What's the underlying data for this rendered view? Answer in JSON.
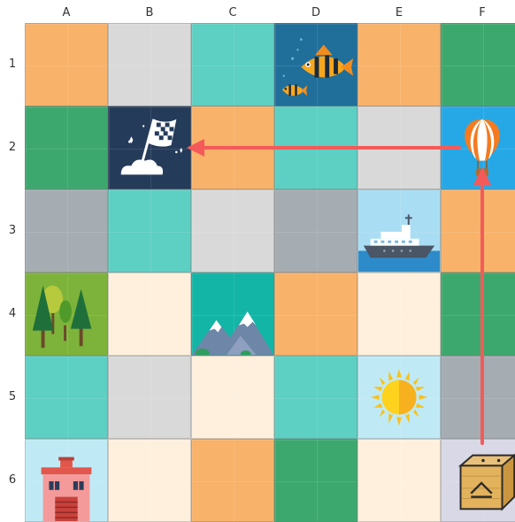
{
  "columns": [
    "A",
    "B",
    "C",
    "D",
    "E",
    "F"
  ],
  "rows": [
    "1",
    "2",
    "3",
    "4",
    "5",
    "6"
  ],
  "cells": [
    [
      "#F8B26A",
      "#D9D9D9",
      "#5DCFC3",
      "#1F6F9A",
      "#F8B26A",
      "#3DA86E"
    ],
    [
      "#3DA86E",
      "#243B5A",
      "#F8B26A",
      "#5DCFC3",
      "#D9D9D9",
      "#27A8E6"
    ],
    [
      "#A5ADB3",
      "#5DCFC3",
      "#D9D9D9",
      "#A5ADB3",
      "#A9DDF3",
      "#F8B26A"
    ],
    [
      "#7DB33A",
      "#FFF0DD",
      "#12B5A6",
      "#F8B26A",
      "#FFF0DD",
      "#3DA86E"
    ],
    [
      "#5DCFC3",
      "#D9D9D9",
      "#FFF0DD",
      "#5DCFC3",
      "#BFEAF5",
      "#A5ADB3"
    ],
    [
      "#BFEAF5",
      "#FFF0DD",
      "#F8B26A",
      "#3DA86E",
      "#FFF0DD",
      "#D8D8E6"
    ]
  ],
  "pictures": [
    {
      "cell": "D1",
      "icon": "fish-icon"
    },
    {
      "cell": "B2",
      "icon": "finish-flag-icon"
    },
    {
      "cell": "F2",
      "icon": "hot-air-balloon-icon"
    },
    {
      "cell": "E3",
      "icon": "ship-icon"
    },
    {
      "cell": "A4",
      "icon": "trees-icon"
    },
    {
      "cell": "C4",
      "icon": "mountains-icon"
    },
    {
      "cell": "E5",
      "icon": "sun-icon"
    },
    {
      "cell": "A6",
      "icon": "house-icon"
    },
    {
      "cell": "F6",
      "icon": "wooden-box-icon"
    }
  ],
  "path": {
    "color": "#F45A5A",
    "route": [
      "F6",
      "F2",
      "B2"
    ]
  }
}
